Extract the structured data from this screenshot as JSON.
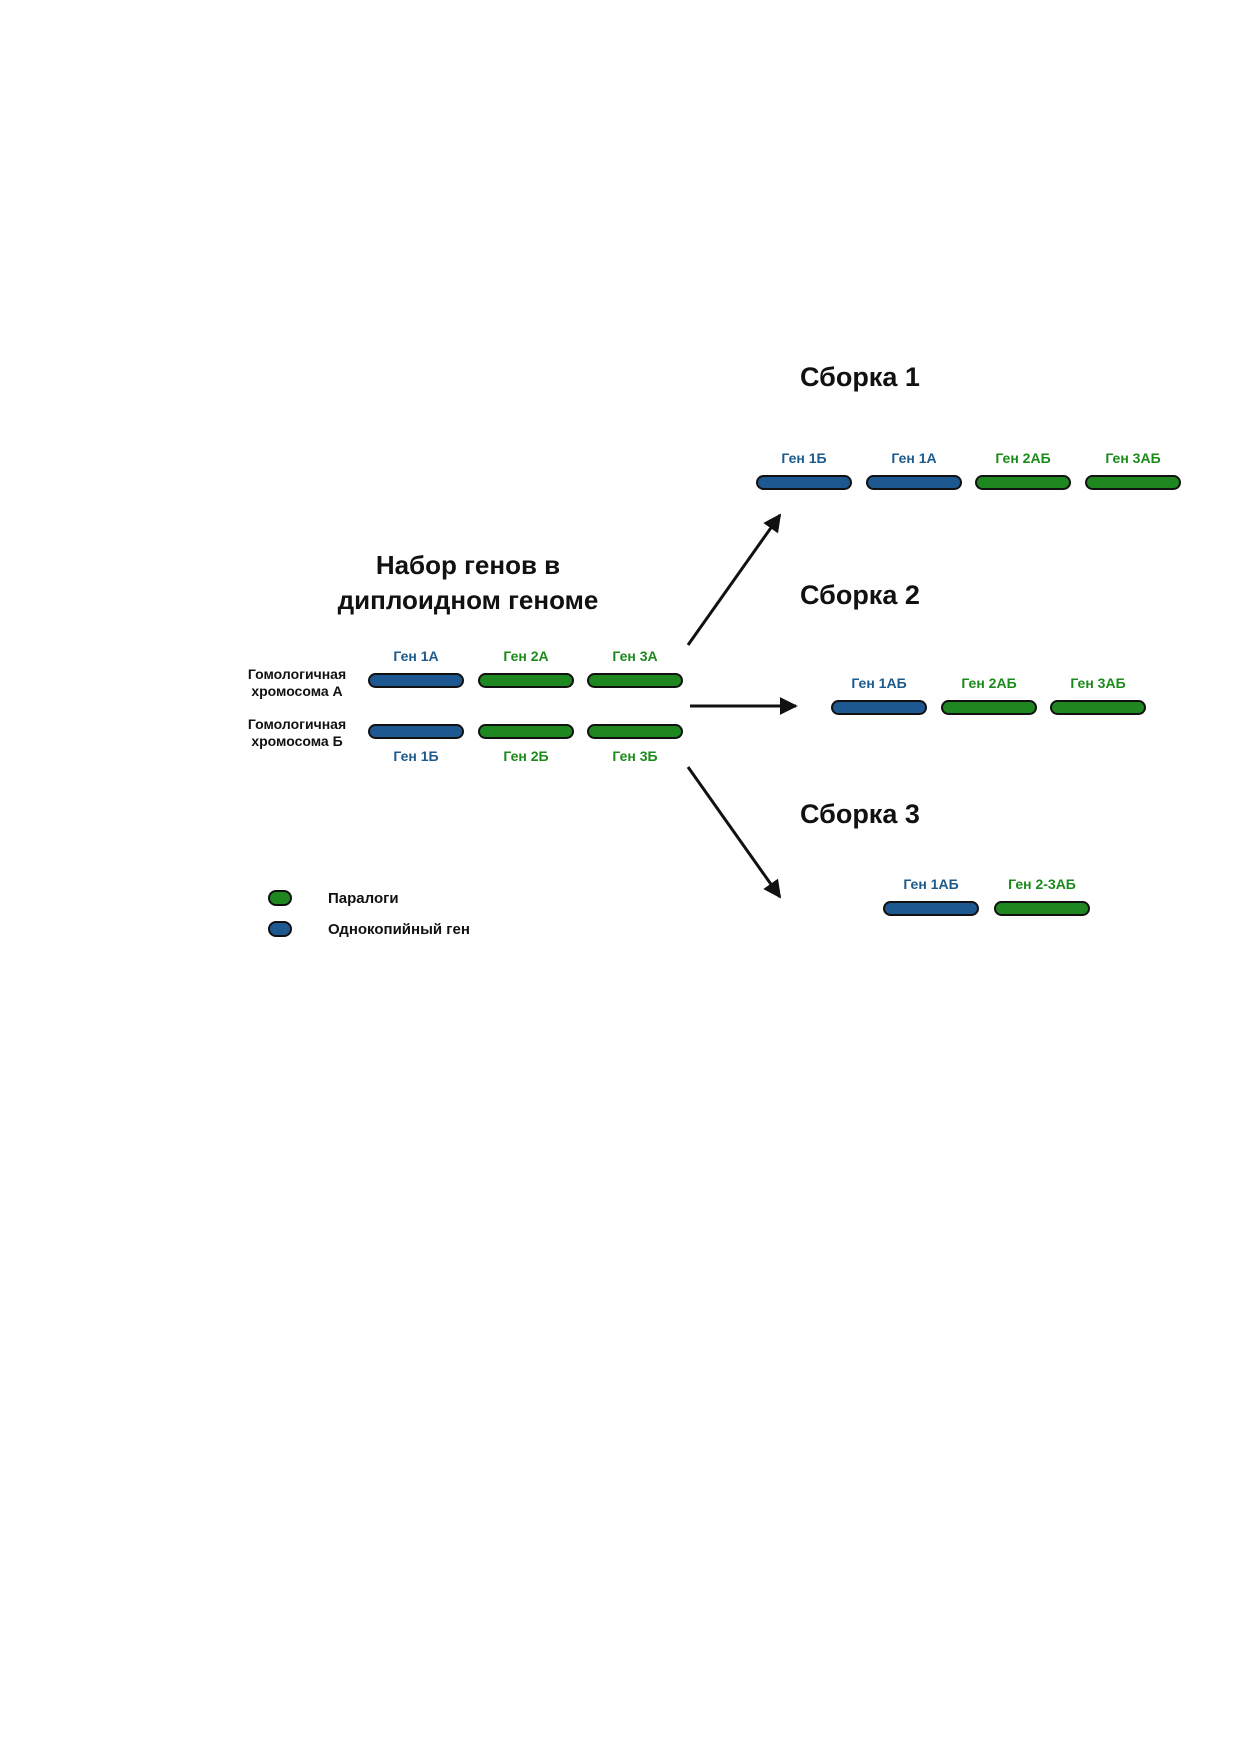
{
  "colors": {
    "single_copy": "#1e5891",
    "paralog": "#1e871f",
    "outline": "#111111"
  },
  "main_title": {
    "line1": "Набор генов в",
    "line2": "диплоидном геноме"
  },
  "chromosomes": [
    {
      "label_line1": "Гомологичная",
      "label_line2": "хромосома А",
      "genes": [
        {
          "name": "Ген 1А",
          "kind": "single"
        },
        {
          "name": "Ген 2А",
          "kind": "paralog"
        },
        {
          "name": "Ген 3А",
          "kind": "paralog"
        }
      ]
    },
    {
      "label_line1": "Гомологичная",
      "label_line2": "хромосома Б",
      "genes": [
        {
          "name": "Ген 1Б",
          "kind": "single"
        },
        {
          "name": "Ген 2Б",
          "kind": "paralog"
        },
        {
          "name": "Ген 3Б",
          "kind": "paralog"
        }
      ]
    }
  ],
  "assemblies": [
    {
      "title": "Сборка 1",
      "genes": [
        {
          "name": "Ген 1Б",
          "kind": "single"
        },
        {
          "name": "Ген 1А",
          "kind": "single"
        },
        {
          "name": "Ген 2АБ",
          "kind": "paralog"
        },
        {
          "name": "Ген 3АБ",
          "kind": "paralog"
        }
      ]
    },
    {
      "title": "Сборка 2",
      "genes": [
        {
          "name": "Ген 1АБ",
          "kind": "single"
        },
        {
          "name": "Ген 2АБ",
          "kind": "paralog"
        },
        {
          "name": "Ген 3АБ",
          "kind": "paralog"
        }
      ]
    },
    {
      "title": "Сборка 3",
      "genes": [
        {
          "name": "Ген 1АБ",
          "kind": "single"
        },
        {
          "name": "Ген 2-3АБ",
          "kind": "paralog"
        }
      ]
    }
  ],
  "legend": [
    {
      "label": "Паралоги",
      "kind": "paralog"
    },
    {
      "label": "Однокопийный ген",
      "kind": "single"
    }
  ]
}
